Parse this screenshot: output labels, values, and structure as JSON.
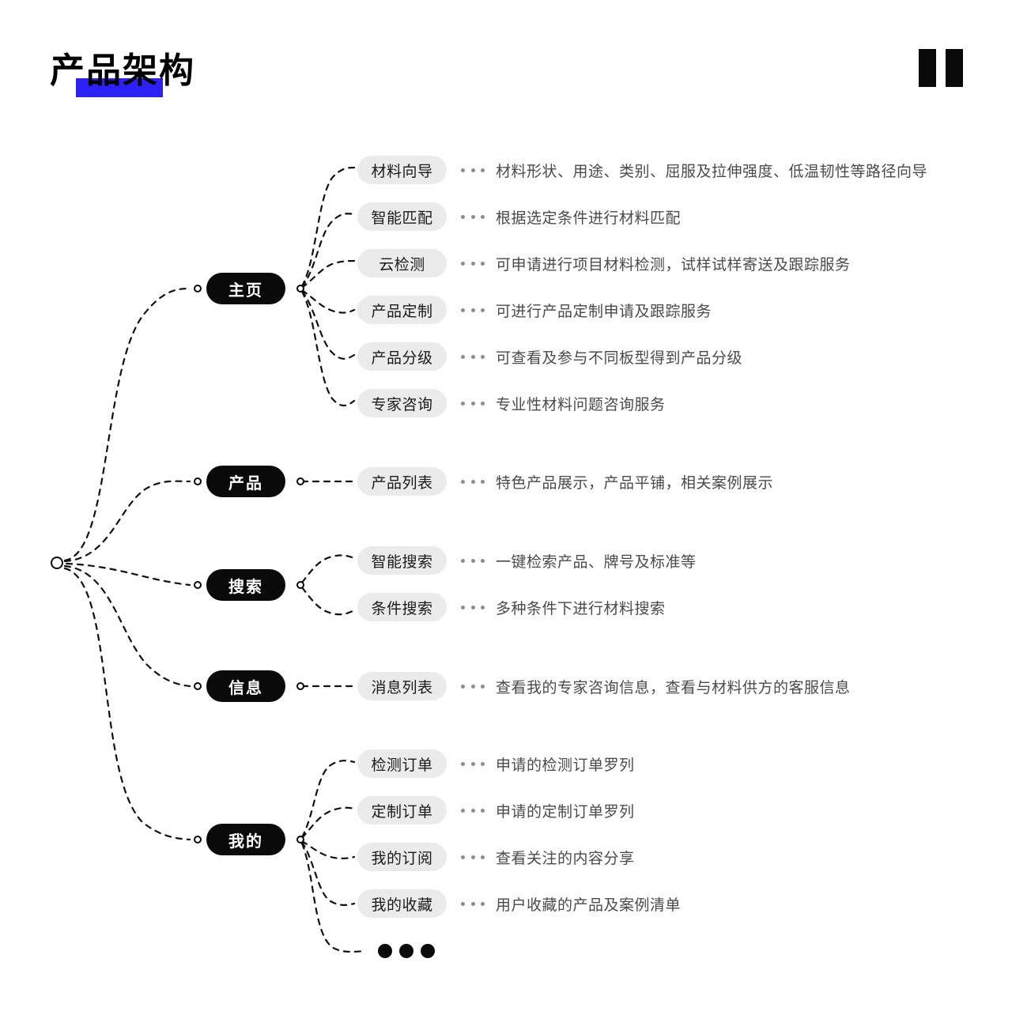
{
  "header": {
    "title": "产品架构",
    "pause_icon": "pause-icon",
    "highlight_color": "#2b20f5"
  },
  "diagram": {
    "type": "mindmap",
    "root": {
      "label": "",
      "shape": "circle"
    },
    "ellipsis_label": "•••",
    "dots_separator": "•••",
    "sections": [
      {
        "label": "主页",
        "items": [
          {
            "label": "材料向导",
            "desc": "材料形状、用途、类别、屈服及拉伸强度、低温韧性等路径向导"
          },
          {
            "label": "智能匹配",
            "desc": "根据选定条件进行材料匹配"
          },
          {
            "label": "云检测",
            "desc": "可申请进行项目材料检测，试样试样寄送及跟踪服务"
          },
          {
            "label": "产品定制",
            "desc": "可进行产品定制申请及跟踪服务"
          },
          {
            "label": "产品分级",
            "desc": "可查看及参与不同板型得到产品分级"
          },
          {
            "label": "专家咨询",
            "desc": "专业性材料问题咨询服务"
          }
        ]
      },
      {
        "label": "产品",
        "items": [
          {
            "label": "产品列表",
            "desc": "特色产品展示，产品平铺，相关案例展示"
          }
        ]
      },
      {
        "label": "搜索",
        "items": [
          {
            "label": "智能搜索",
            "desc": "一键检索产品、牌号及标准等"
          },
          {
            "label": "条件搜索",
            "desc": "多种条件下进行材料搜索"
          }
        ]
      },
      {
        "label": "信息",
        "items": [
          {
            "label": "消息列表",
            "desc": "查看我的专家咨询信息，查看与材料供方的客服信息"
          }
        ]
      },
      {
        "label": "我的",
        "items": [
          {
            "label": "检测订单",
            "desc": "申请的检测订单罗列"
          },
          {
            "label": "定制订单",
            "desc": "申请的定制订单罗列"
          },
          {
            "label": "我的订阅",
            "desc": "查看关注的内容分享"
          },
          {
            "label": "我的收藏",
            "desc": "用户收藏的产品及案例清单"
          }
        ]
      }
    ]
  }
}
